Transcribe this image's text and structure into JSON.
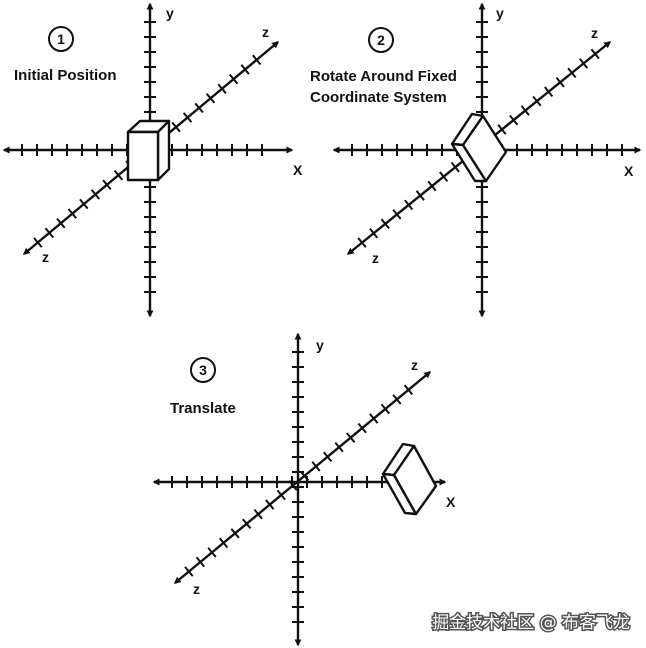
{
  "panels": [
    {
      "number": "1",
      "caption": [
        "Initial Position"
      ],
      "axes": {
        "y": "y",
        "x": "X",
        "z_far": "z",
        "z_near": "z"
      }
    },
    {
      "number": "2",
      "caption": [
        "Rotate Around Fixed",
        "Coordinate System"
      ],
      "axes": {
        "y": "y",
        "x": "X",
        "z_far": "z",
        "z_near": "z"
      }
    },
    {
      "number": "3",
      "caption": [
        "Translate"
      ],
      "axes": {
        "y": "y",
        "x": "X",
        "z_far": "z",
        "z_near": "z"
      }
    }
  ],
  "watermark": "掘金技术社区 @ 布客飞龙"
}
